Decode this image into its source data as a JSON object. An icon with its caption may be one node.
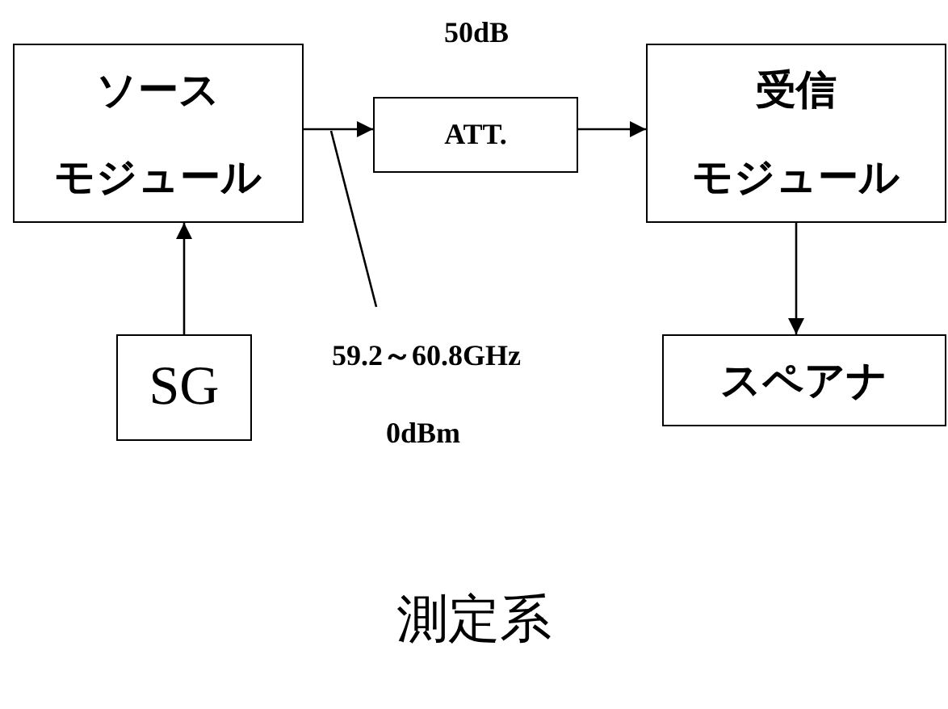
{
  "diagram": {
    "caption": "測定系",
    "nodes": [
      {
        "text": [
          "ソース",
          "モジュール"
        ]
      },
      {
        "text": [
          "ATT."
        ],
        "beside": [
          "50dB"
        ]
      },
      {
        "text": [
          "受信",
          "モジュール"
        ]
      },
      {
        "text": [
          "SG"
        ]
      },
      {
        "text": [
          "スペアナ"
        ]
      },
      {
        "text": [
          "59.2～60.8GHz"
        ]
      }
    ],
    "edges": [
      {
        "from": 0,
        "to": 1,
        "arrow": "to"
      },
      {
        "from": 1,
        "to": 2,
        "arrow": "to"
      },
      {
        "from": 3,
        "to": 0,
        "arrow": "to"
      },
      {
        "from": 2,
        "to": 4,
        "arrow": "to"
      },
      {
        "from": 5,
        "to": null,
        "arrow": "none"
      }
    ],
    "labels": [
      "0dBm"
    ]
  }
}
